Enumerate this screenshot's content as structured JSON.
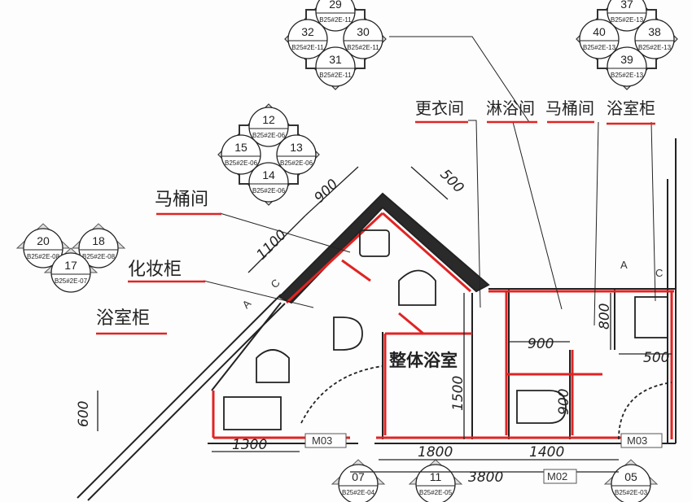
{
  "colors": {
    "wall_red": "#e02424",
    "wall_black": "#2a2a2a",
    "ink": "#222222"
  },
  "room_labels": {
    "changing_room": "更衣间",
    "shower_room": "淋浴间",
    "toilet_room_top": "马桶间",
    "bathroom_cabinet_top": "浴室柜",
    "toilet_room_left": "马桶间",
    "vanity_cabinet": "化妆柜",
    "bathroom_cabinet_left": "浴室柜",
    "integrated_bathroom": "整体浴室"
  },
  "dimensions": {
    "d900_diag": "900",
    "d500_diag": "500",
    "d1100_diag": "1100",
    "d600": "600",
    "d1300": "1300",
    "d1800": "1800",
    "d1400": "1400",
    "d3800": "3800",
    "d1500": "1500",
    "d900_mid": "900",
    "d800": "800",
    "d500_right": "500",
    "d900_toilet": "900"
  },
  "door_tags": {
    "m03_left": "M03",
    "m03_right": "M03",
    "m02": "M02"
  },
  "grid_markers": {
    "a_left": "A",
    "c_left": "C",
    "a_right": "A",
    "c_right": "C"
  },
  "callout_groups": [
    {
      "id": "top-center",
      "items": [
        {
          "num": "29",
          "ref": "B25#2E-11"
        },
        {
          "num": "32",
          "ref": "B25#2E-11"
        },
        {
          "num": "30",
          "ref": "B25#2E-11"
        },
        {
          "num": "31",
          "ref": "B25#2E-11"
        }
      ]
    },
    {
      "id": "top-right",
      "items": [
        {
          "num": "37",
          "ref": "B25#2E-13"
        },
        {
          "num": "40",
          "ref": "B25#2E-13"
        },
        {
          "num": "38",
          "ref": "B25#2E-13"
        },
        {
          "num": "39",
          "ref": "B25#2E-13"
        }
      ]
    },
    {
      "id": "middle",
      "items": [
        {
          "num": "12",
          "ref": "B25#2E-06"
        },
        {
          "num": "15",
          "ref": "B25#2E-06"
        },
        {
          "num": "13",
          "ref": "B25#2E-06"
        },
        {
          "num": "14",
          "ref": "B25#2E-06"
        }
      ]
    },
    {
      "id": "left",
      "items": [
        {
          "num": "20",
          "ref": "B25#2E-08"
        },
        {
          "num": "18",
          "ref": "B25#2E-08"
        },
        {
          "num": "17",
          "ref": "B25#2E-07"
        }
      ]
    },
    {
      "id": "bottom",
      "items": [
        {
          "num": "07",
          "ref": "B25#2E-04"
        },
        {
          "num": "11",
          "ref": "B25#2E-05"
        },
        {
          "num": "05",
          "ref": "B25#2E-03"
        }
      ]
    }
  ]
}
